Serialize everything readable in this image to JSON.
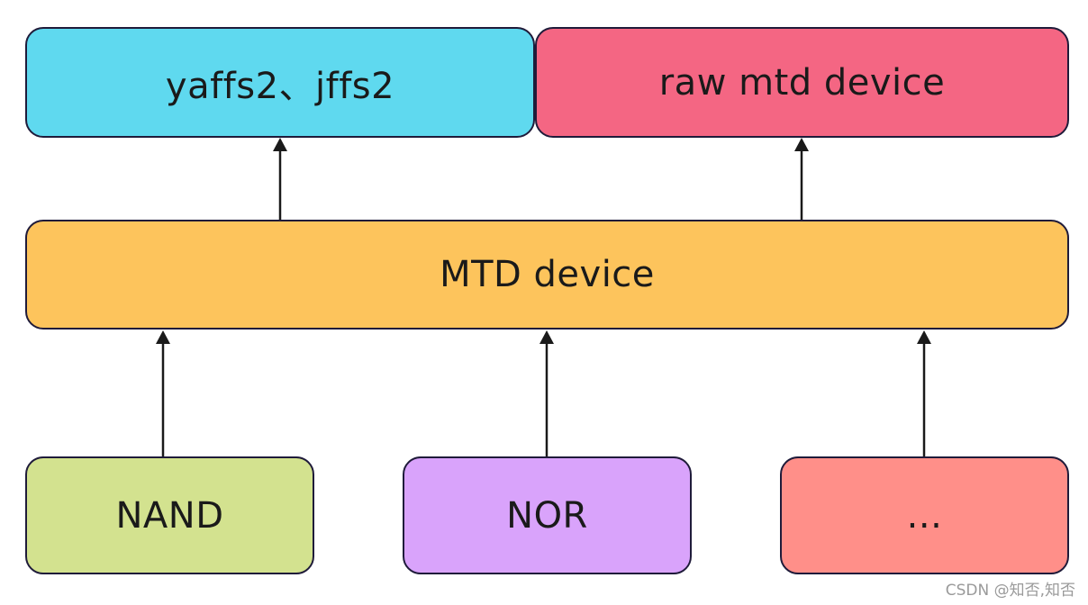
{
  "diagram": {
    "nodes": {
      "filesystems": {
        "label": "yaffs2、jffs2",
        "color": "#5fd9ef"
      },
      "raw_mtd": {
        "label": "raw mtd device",
        "color": "#f46683"
      },
      "mtd_device": {
        "label": "MTD device",
        "color": "#fdc45c"
      },
      "nand": {
        "label": "NAND",
        "color": "#d3e28f"
      },
      "nor": {
        "label": "NOR",
        "color": "#d9a3fb"
      },
      "other": {
        "label": "...",
        "color": "#ff8f89"
      }
    },
    "edges": [
      {
        "from": "nand",
        "to": "mtd_device"
      },
      {
        "from": "nor",
        "to": "mtd_device"
      },
      {
        "from": "other",
        "to": "mtd_device"
      },
      {
        "from": "mtd_device",
        "to": "filesystems"
      },
      {
        "from": "mtd_device",
        "to": "raw_mtd"
      }
    ]
  },
  "watermark": "CSDN @知否,知否"
}
